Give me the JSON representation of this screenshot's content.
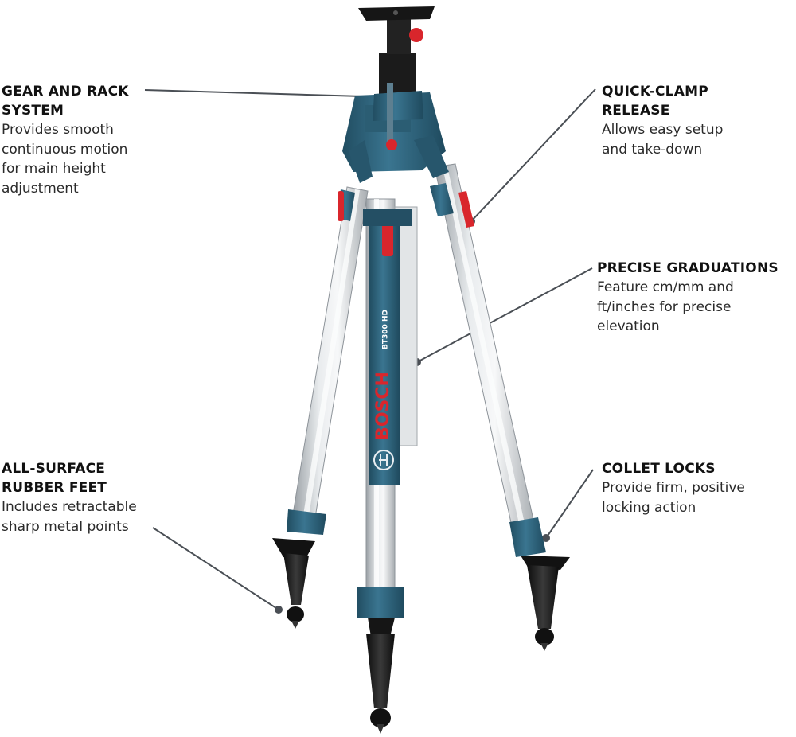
{
  "callouts": {
    "gear_rack": {
      "title_line1": "GEAR AND RACK",
      "title_line2": "SYSTEM",
      "desc_lines": [
        "Provides smooth",
        "continuous motion",
        "for main height",
        "adjustment"
      ]
    },
    "quick_clamp": {
      "title_line1": "QUICK-CLAMP",
      "title_line2": "RELEASE",
      "desc_lines": [
        "Allows easy setup",
        "and take-down"
      ]
    },
    "precise": {
      "title_line1": "PRECISE GRADUATIONS",
      "desc_lines": [
        "Feature cm/mm and",
        "ft/inches for precise",
        "elevation"
      ]
    },
    "feet": {
      "title_line1": "ALL-SURFACE",
      "title_line2": "RUBBER FEET",
      "desc_lines": [
        "Includes retractable",
        "sharp metal points"
      ]
    },
    "collet": {
      "title_line1": "COLLET LOCKS",
      "desc_lines": [
        "Provide firm, positive",
        "locking action"
      ]
    }
  },
  "product": {
    "brand": "BOSCH",
    "model": "BT300 HD"
  },
  "colors": {
    "body_blue": "#2f6780",
    "accent_red": "#d9262c",
    "aluminum": "#cfd3d6",
    "foot_black": "#1b1b1b",
    "leader_line": "#4a4f55"
  }
}
